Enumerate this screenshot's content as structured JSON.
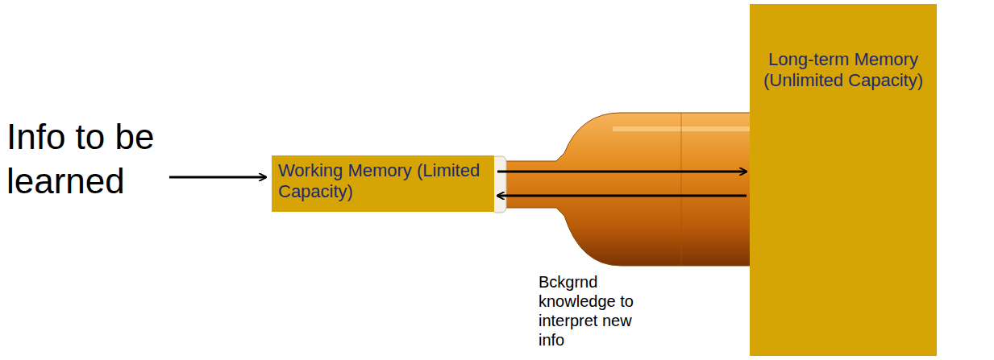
{
  "diagram": {
    "nodes": [
      {
        "text": [
          "Working Memory (Limited Capacity)"
        ]
      },
      {
        "text": [
          "Long-term Memory (Unlimited Capacity)"
        ]
      }
    ],
    "edges": [
      {
        "from": 0,
        "to": 1,
        "arrow": "to"
      },
      {
        "from": 1,
        "to": 0,
        "arrow": "to",
        "label": "Bckgrnd knowledge to interpret new info"
      }
    ],
    "labels": [
      "Info to be learned"
    ]
  }
}
